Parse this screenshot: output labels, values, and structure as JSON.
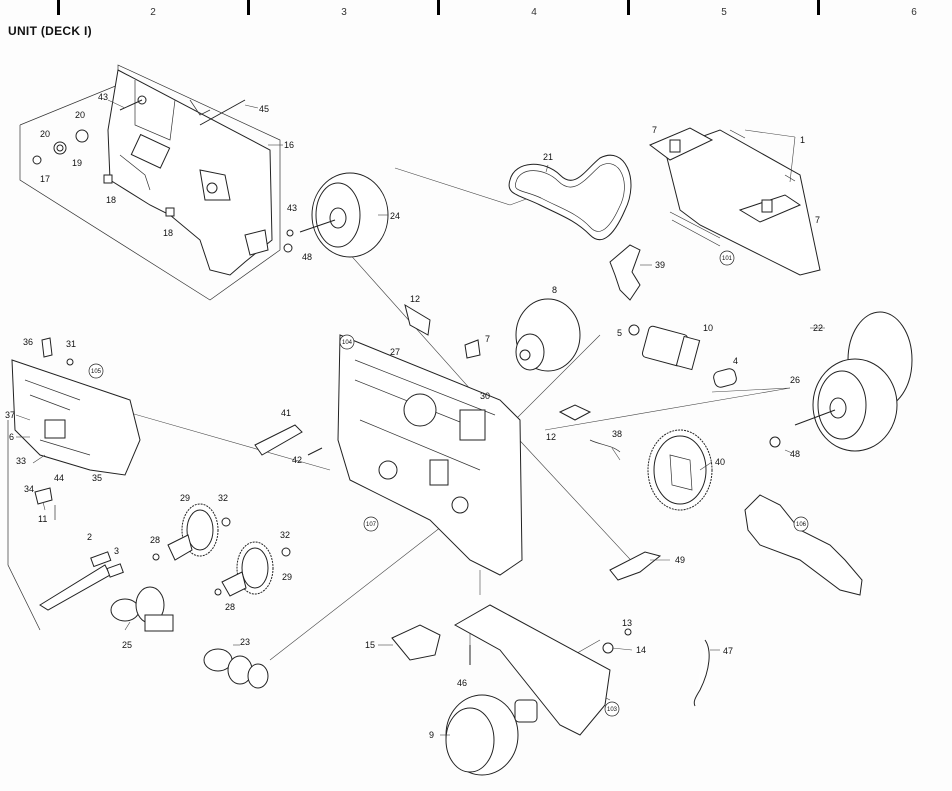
{
  "title": "UNIT (DECK I)",
  "grid_columns": [
    "2",
    "3",
    "4",
    "5",
    "6"
  ],
  "callouts": {
    "c1": "1",
    "c2": "2",
    "c3": "3",
    "c4": "4",
    "c5": "5",
    "c6": "6",
    "c7a": "7",
    "c7b": "7",
    "c7c": "7",
    "c8": "8",
    "c9": "9",
    "c10": "10",
    "c11": "11",
    "c12a": "12",
    "c12b": "12",
    "c13": "13",
    "c14": "14",
    "c15": "15",
    "c16": "16",
    "c17": "17",
    "c18a": "18",
    "c18b": "18",
    "c19": "19",
    "c20a": "20",
    "c20b": "20",
    "c21": "21",
    "c22": "22",
    "c23": "23",
    "c24": "24",
    "c25": "25",
    "c26": "26",
    "c27": "27",
    "c28a": "28",
    "c28b": "28",
    "c29a": "29",
    "c29b": "29",
    "c30": "30",
    "c31": "31",
    "c32a": "32",
    "c32b": "32",
    "c33": "33",
    "c34": "34",
    "c35": "35",
    "c36": "36",
    "c37": "37",
    "c38": "38",
    "c39": "39",
    "c40": "40",
    "c41": "41",
    "c42": "42",
    "c43a": "43",
    "c43b": "43",
    "c44": "44",
    "c45": "45",
    "c46": "46",
    "c47": "47",
    "c48a": "48",
    "c48b": "48",
    "c49": "49"
  },
  "refs": {
    "r101": "101",
    "r103": "103",
    "r104": "104",
    "r105": "105",
    "r106": "106",
    "r107": "107"
  }
}
